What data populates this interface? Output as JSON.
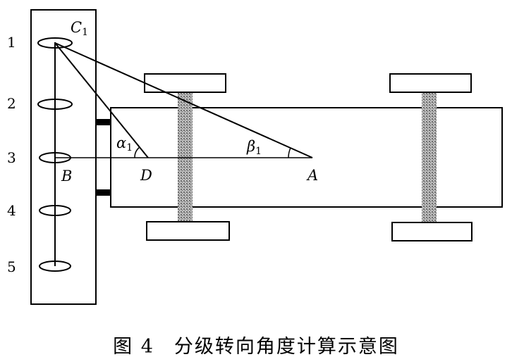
{
  "row_labels": [
    "1",
    "2",
    "3",
    "4",
    "5"
  ],
  "points": {
    "C": "C",
    "C_sub": "1",
    "B": "B",
    "D": "D",
    "A": "A"
  },
  "angles": {
    "alpha": "α",
    "alpha_sub": "1",
    "beta": "β",
    "beta_sub": "1"
  },
  "caption": {
    "figure": "图 4",
    "title": "分级转向角度计算示意图"
  },
  "colors": {
    "line": "#000000",
    "axle_fill": "#9a9a9a",
    "background": "#ffffff"
  }
}
